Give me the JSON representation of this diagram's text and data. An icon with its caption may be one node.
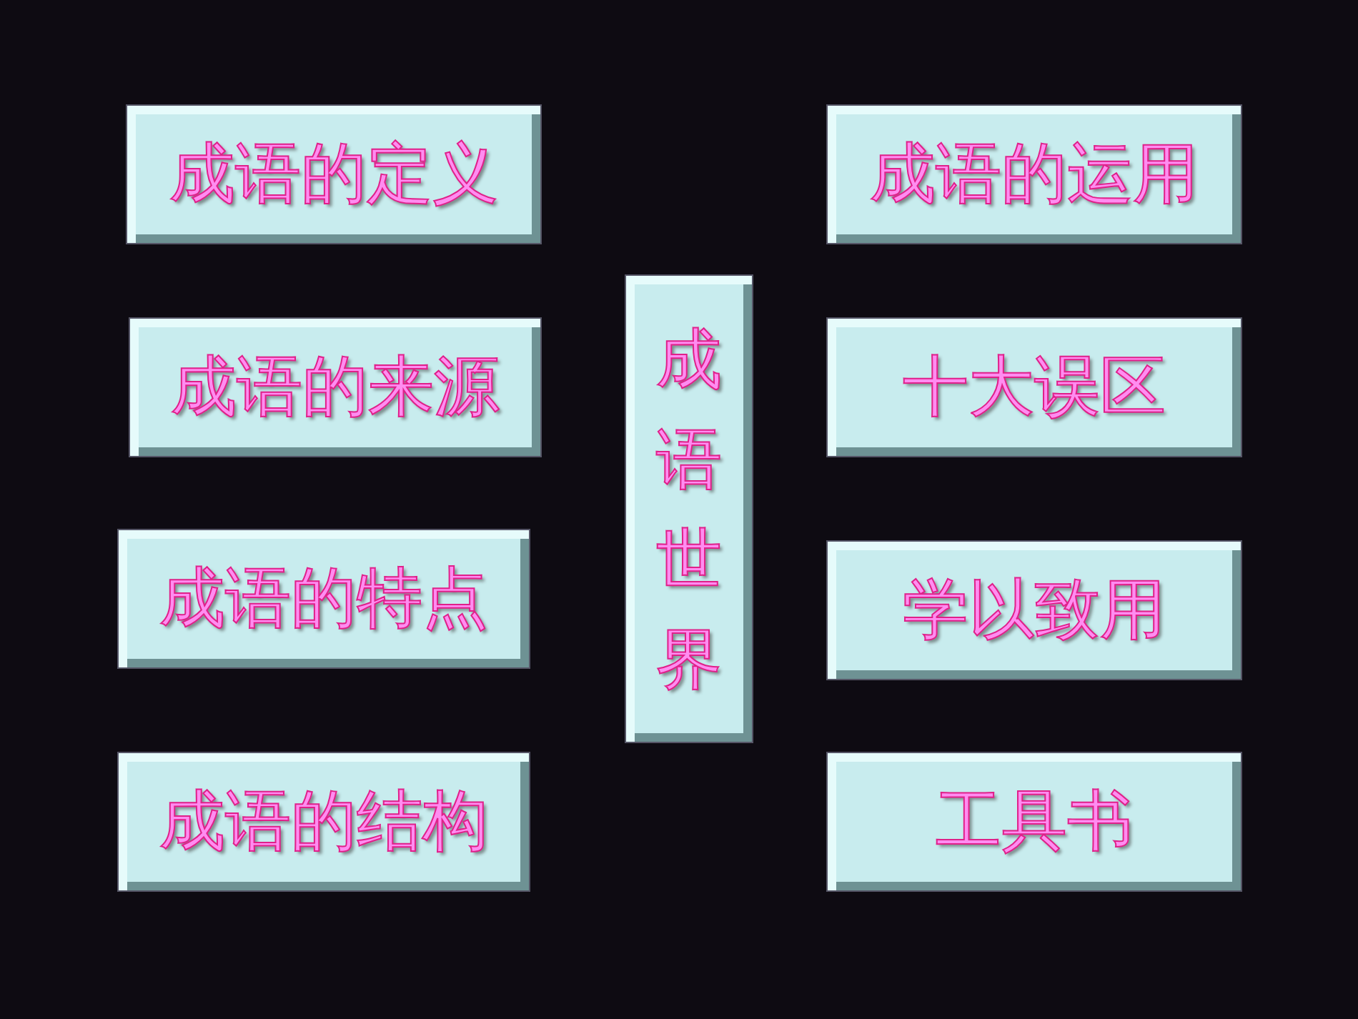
{
  "diagram": {
    "nodes": [
      {
        "text": [
          "成语世界"
        ]
      },
      {
        "text": [
          "成语的定义"
        ]
      },
      {
        "text": [
          "成语的来源"
        ]
      },
      {
        "text": [
          "成语的特点"
        ]
      },
      {
        "text": [
          "成语的结构"
        ]
      },
      {
        "text": [
          "成语的运用"
        ]
      },
      {
        "text": [
          "十大误区"
        ]
      },
      {
        "text": [
          "学以致用"
        ]
      },
      {
        "text": [
          "工具书"
        ]
      }
    ]
  }
}
